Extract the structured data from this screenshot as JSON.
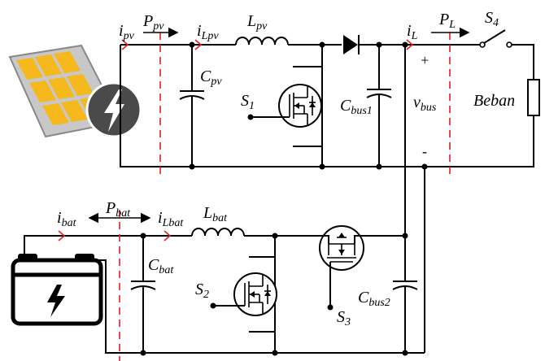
{
  "labels": {
    "i_pv": "i",
    "i_pv_sub": "pv",
    "p_pv": "P",
    "p_pv_sub": "pv",
    "i_lpv": "i",
    "i_lpv_sub": "Lpv",
    "l_pv": "L",
    "l_pv_sub": "pv",
    "i_l": "i",
    "i_l_sub": "L",
    "p_l": "P",
    "p_l_sub": "L",
    "s4": "S",
    "s4_sub": "4",
    "c_pv": "C",
    "c_pv_sub": "pv",
    "s1": "S",
    "s1_sub": "1",
    "c_bus1": "C",
    "c_bus1_sub": "bus1",
    "v_bus": "v",
    "v_bus_sub": "bus",
    "plus": "+",
    "minus": "-",
    "beban": "Beban",
    "i_bat": "i",
    "i_bat_sub": "bat",
    "p_bat": "P",
    "p_bat_sub": "bat",
    "i_lbat": "i",
    "i_lbat_sub": "Lbat",
    "l_bat": "L",
    "l_bat_sub": "bat",
    "c_bat": "C",
    "c_bat_sub": "bat",
    "s2": "S",
    "s2_sub": "2",
    "s3": "S",
    "s3_sub": "3",
    "c_bus2": "C",
    "c_bus2_sub": "bus2"
  },
  "colors": {
    "wire": "#000000",
    "flow_marker": "#e02020",
    "solar_frame": "#c8c8c8",
    "solar_cell": "#f5b81d",
    "bolt_circle": "#4a4a4a",
    "battery_fill": "#ffffff"
  },
  "icons": {
    "solar": "solar-panel-icon",
    "bolt": "lightning-bolt-icon",
    "battery": "battery-icon"
  }
}
